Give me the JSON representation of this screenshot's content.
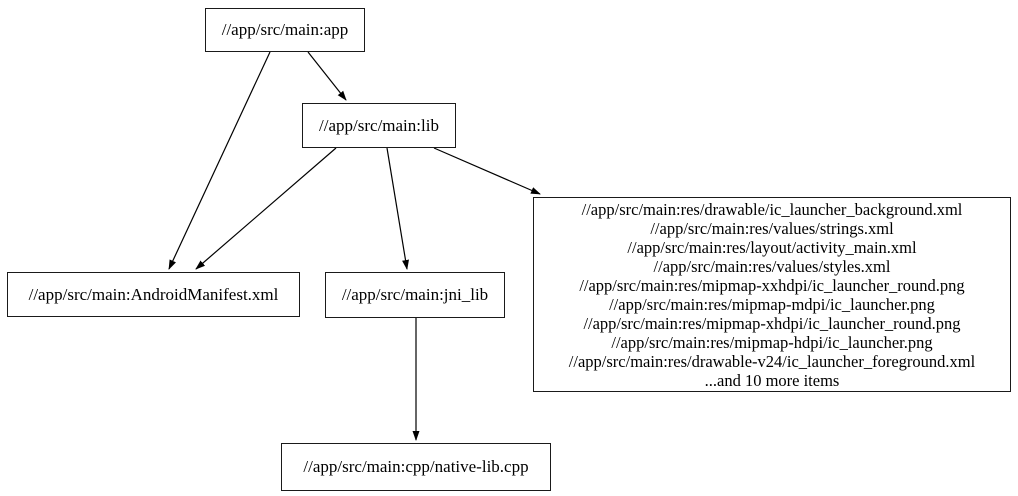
{
  "diagram": {
    "kind": "build-dependency-graph",
    "background_color": "#ffffff",
    "edge_color": "#000000",
    "node_border_color": "#1a1a1a",
    "nodes": {
      "app": {
        "label": "//app/src/main:app"
      },
      "lib": {
        "label": "//app/src/main:lib"
      },
      "manifest": {
        "label": "//app/src/main:AndroidManifest.xml"
      },
      "jni_lib": {
        "label": "//app/src/main:jni_lib"
      },
      "res": {
        "lines": [
          "//app/src/main:res/drawable/ic_launcher_background.xml",
          "//app/src/main:res/values/strings.xml",
          "//app/src/main:res/layout/activity_main.xml",
          "//app/src/main:res/values/styles.xml",
          "//app/src/main:res/mipmap-xxhdpi/ic_launcher_round.png",
          "//app/src/main:res/mipmap-mdpi/ic_launcher.png",
          "//app/src/main:res/mipmap-xhdpi/ic_launcher_round.png",
          "//app/src/main:res/mipmap-hdpi/ic_launcher.png",
          "//app/src/main:res/drawable-v24/ic_launcher_foreground.xml",
          "...and 10 more items"
        ]
      },
      "native_lib": {
        "label": "//app/src/main:cpp/native-lib.cpp"
      }
    },
    "edges": [
      {
        "from": "app",
        "to": "lib"
      },
      {
        "from": "app",
        "to": "manifest"
      },
      {
        "from": "lib",
        "to": "manifest"
      },
      {
        "from": "lib",
        "to": "jni_lib"
      },
      {
        "from": "lib",
        "to": "res"
      },
      {
        "from": "jni_lib",
        "to": "native_lib"
      }
    ]
  }
}
